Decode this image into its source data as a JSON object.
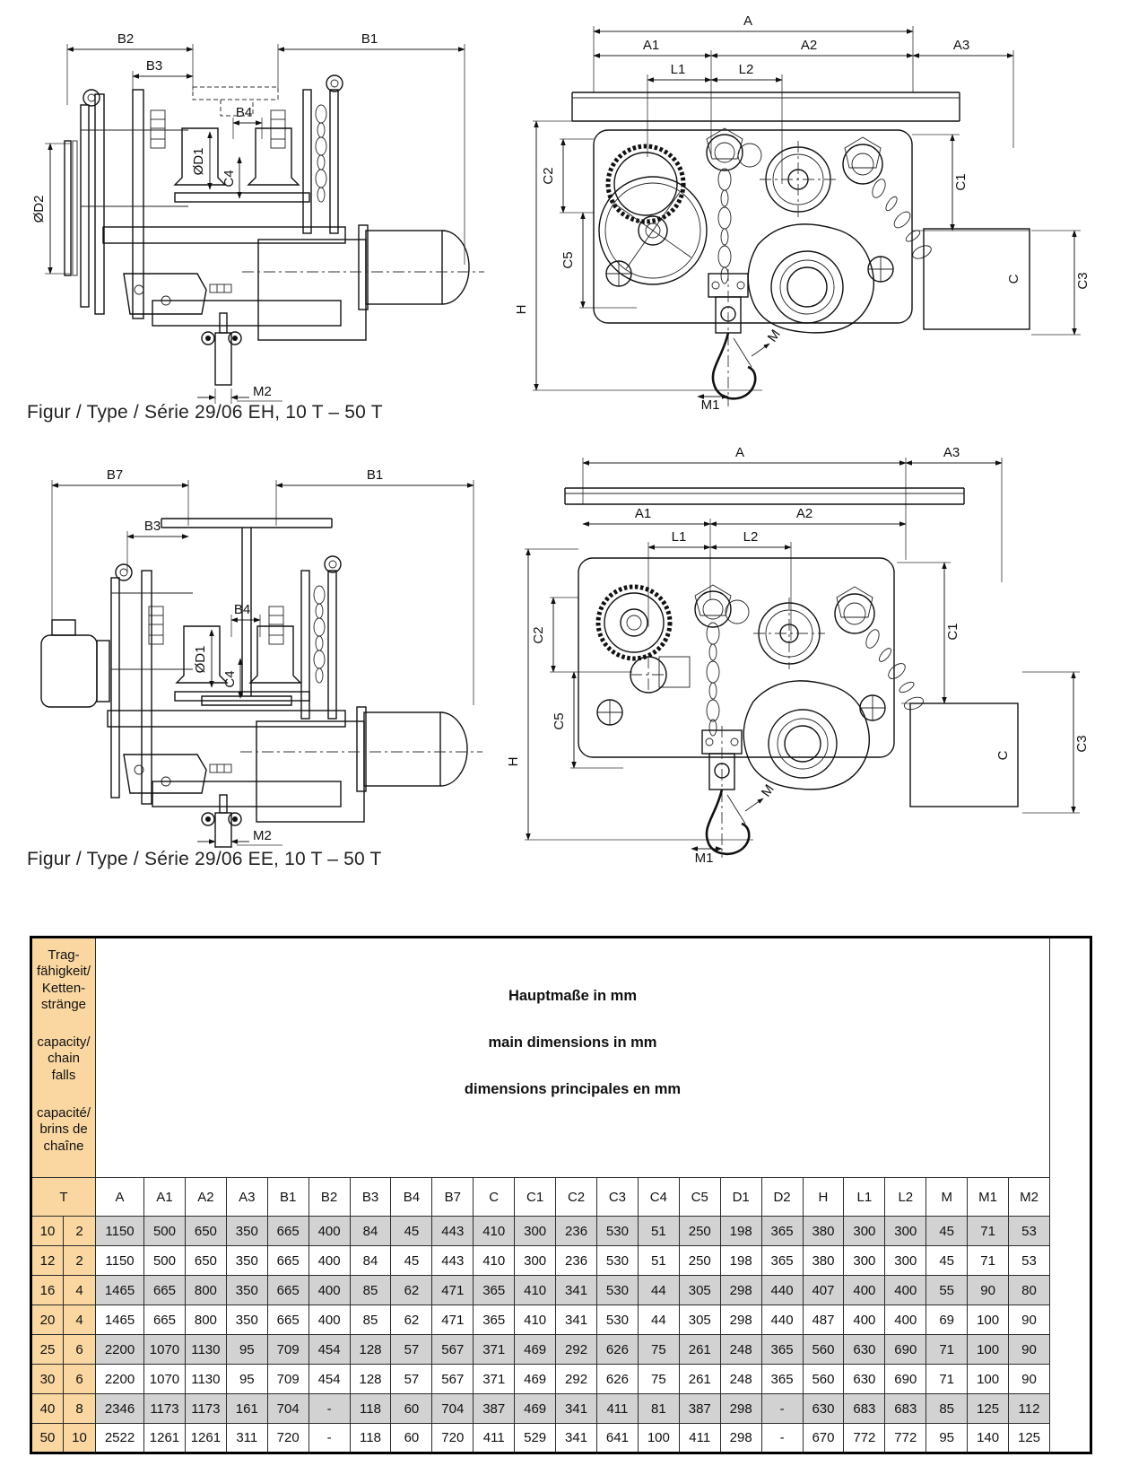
{
  "captions": {
    "eh": "Figur / Type / Série 29/06 EH, 10 T – 50 T",
    "ee": "Figur / Type / Série 29/06 EE, 10 T – 50 T"
  },
  "dim_labels": {
    "A": "A",
    "A1": "A1",
    "A2": "A2",
    "A3": "A3",
    "B1": "B1",
    "B2": "B2",
    "B3": "B3",
    "B4": "B4",
    "B7": "B7",
    "C": "C",
    "C1": "C1",
    "C2": "C2",
    "C3": "C3",
    "C4": "C4",
    "C5": "C5",
    "D1": "ØD1",
    "D2": "ØD2",
    "H": "H",
    "L1": "L1",
    "L2": "L2",
    "M": "M",
    "M1": "M1",
    "M2": "M2"
  },
  "colors": {
    "accent_orange": "#fad7a1",
    "row_shade": "#d2d2d2"
  },
  "table": {
    "corner": [
      "Trag-\nfähigkeit/\nKetten-\nstränge",
      "capacity/\nchain\nfalls",
      "capacité/\nbrins de\nchaîne"
    ],
    "title_lines": [
      "Hauptmaße in mm",
      "main dimensions in mm",
      "dimensions principales en mm"
    ],
    "t_header": "T",
    "columns": [
      "A",
      "A1",
      "A2",
      "A3",
      "B1",
      "B2",
      "B3",
      "B4",
      "B7",
      "C",
      "C1",
      "C2",
      "C3",
      "C4",
      "C5",
      "D1",
      "D2",
      "H",
      "L1",
      "L2",
      "M",
      "M1",
      "M2"
    ],
    "rows": [
      {
        "t": "10",
        "falls": "2",
        "shaded": true,
        "values": [
          "1150",
          "500",
          "650",
          "350",
          "665",
          "400",
          "84",
          "45",
          "443",
          "410",
          "300",
          "236",
          "530",
          "51",
          "250",
          "198",
          "365",
          "380",
          "300",
          "300",
          "45",
          "71",
          "53"
        ]
      },
      {
        "t": "12",
        "falls": "2",
        "shaded": false,
        "values": [
          "1150",
          "500",
          "650",
          "350",
          "665",
          "400",
          "84",
          "45",
          "443",
          "410",
          "300",
          "236",
          "530",
          "51",
          "250",
          "198",
          "365",
          "380",
          "300",
          "300",
          "45",
          "71",
          "53"
        ]
      },
      {
        "t": "16",
        "falls": "4",
        "shaded": true,
        "values": [
          "1465",
          "665",
          "800",
          "350",
          "665",
          "400",
          "85",
          "62",
          "471",
          "365",
          "410",
          "341",
          "530",
          "44",
          "305",
          "298",
          "440",
          "407",
          "400",
          "400",
          "55",
          "90",
          "80"
        ]
      },
      {
        "t": "20",
        "falls": "4",
        "shaded": false,
        "values": [
          "1465",
          "665",
          "800",
          "350",
          "665",
          "400",
          "85",
          "62",
          "471",
          "365",
          "410",
          "341",
          "530",
          "44",
          "305",
          "298",
          "440",
          "487",
          "400",
          "400",
          "69",
          "100",
          "90"
        ]
      },
      {
        "t": "25",
        "falls": "6",
        "shaded": true,
        "values": [
          "2200",
          "1070",
          "1130",
          "95",
          "709",
          "454",
          "128",
          "57",
          "567",
          "371",
          "469",
          "292",
          "626",
          "75",
          "261",
          "248",
          "365",
          "560",
          "630",
          "690",
          "71",
          "100",
          "90"
        ]
      },
      {
        "t": "30",
        "falls": "6",
        "shaded": false,
        "values": [
          "2200",
          "1070",
          "1130",
          "95",
          "709",
          "454",
          "128",
          "57",
          "567",
          "371",
          "469",
          "292",
          "626",
          "75",
          "261",
          "248",
          "365",
          "560",
          "630",
          "690",
          "71",
          "100",
          "90"
        ]
      },
      {
        "t": "40",
        "falls": "8",
        "shaded": true,
        "values": [
          "2346",
          "1173",
          "1173",
          "161",
          "704",
          "-",
          "118",
          "60",
          "704",
          "387",
          "469",
          "341",
          "411",
          "81",
          "387",
          "298",
          "-",
          "630",
          "683",
          "683",
          "85",
          "125",
          "112"
        ]
      },
      {
        "t": "50",
        "falls": "10",
        "shaded": false,
        "values": [
          "2522",
          "1261",
          "1261",
          "311",
          "720",
          "-",
          "118",
          "60",
          "720",
          "411",
          "529",
          "341",
          "641",
          "100",
          "411",
          "298",
          "-",
          "670",
          "772",
          "772",
          "95",
          "140",
          "125"
        ]
      }
    ]
  }
}
